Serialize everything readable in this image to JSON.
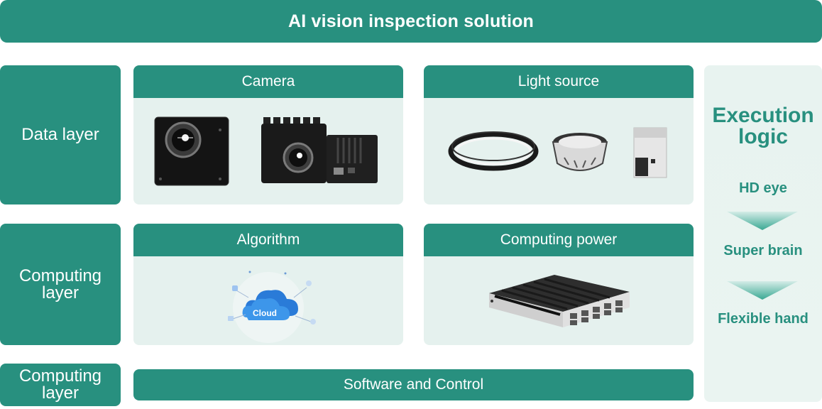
{
  "title": "AI vision inspection solution",
  "layers": {
    "data": "Data layer",
    "computing_1": "Computing layer",
    "computing_2": "Computing layer"
  },
  "cards": {
    "camera": "Camera",
    "light_source": "Light source",
    "algorithm": "Algorithm",
    "computing_power": "Computing power"
  },
  "software": "Software and Control",
  "execution": {
    "title": "Execution logic",
    "steps": [
      "HD eye",
      "Super brain",
      "Flexible hand"
    ]
  },
  "cloud_label": "Cloud",
  "colors": {
    "primary": "#28907f",
    "card_bg": "#e5f1ee",
    "exec_bg": "#e9f3f0"
  }
}
